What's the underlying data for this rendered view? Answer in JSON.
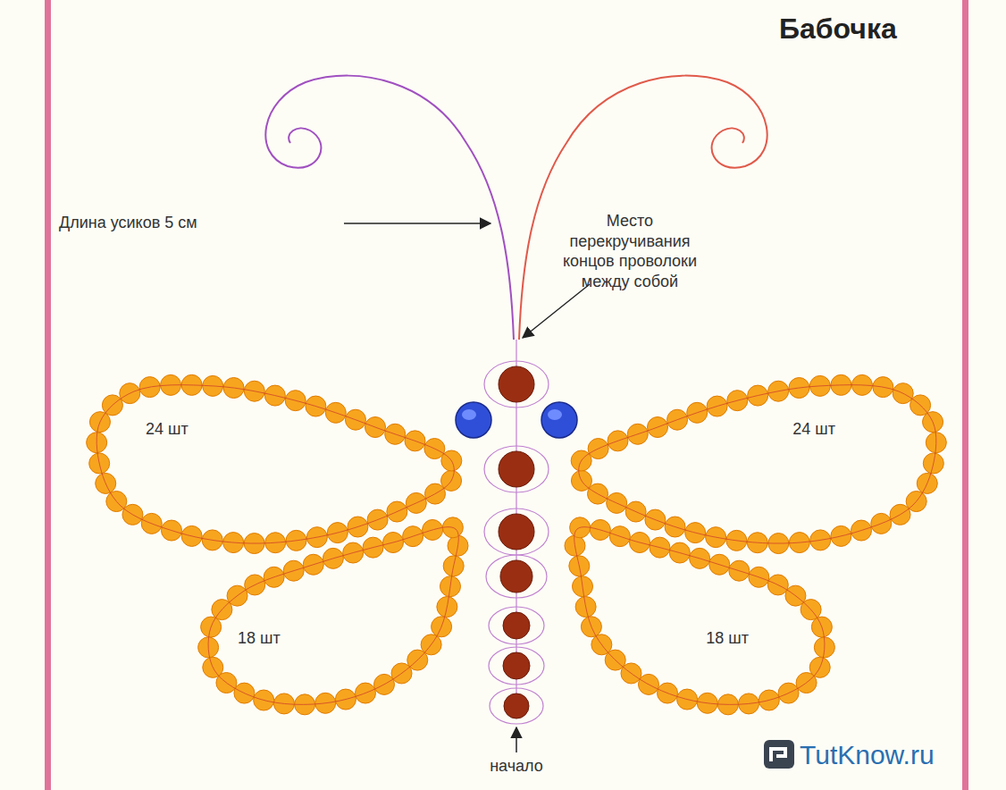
{
  "diagram": {
    "title": "Бабочка",
    "labels": [
      "Длина усиков 5 см",
      "Место перекручивания концов проволоки между собой",
      "24 шт",
      "24 шт",
      "18 шт",
      "18 шт",
      "начало",
      "TutKnow.ru"
    ]
  }
}
